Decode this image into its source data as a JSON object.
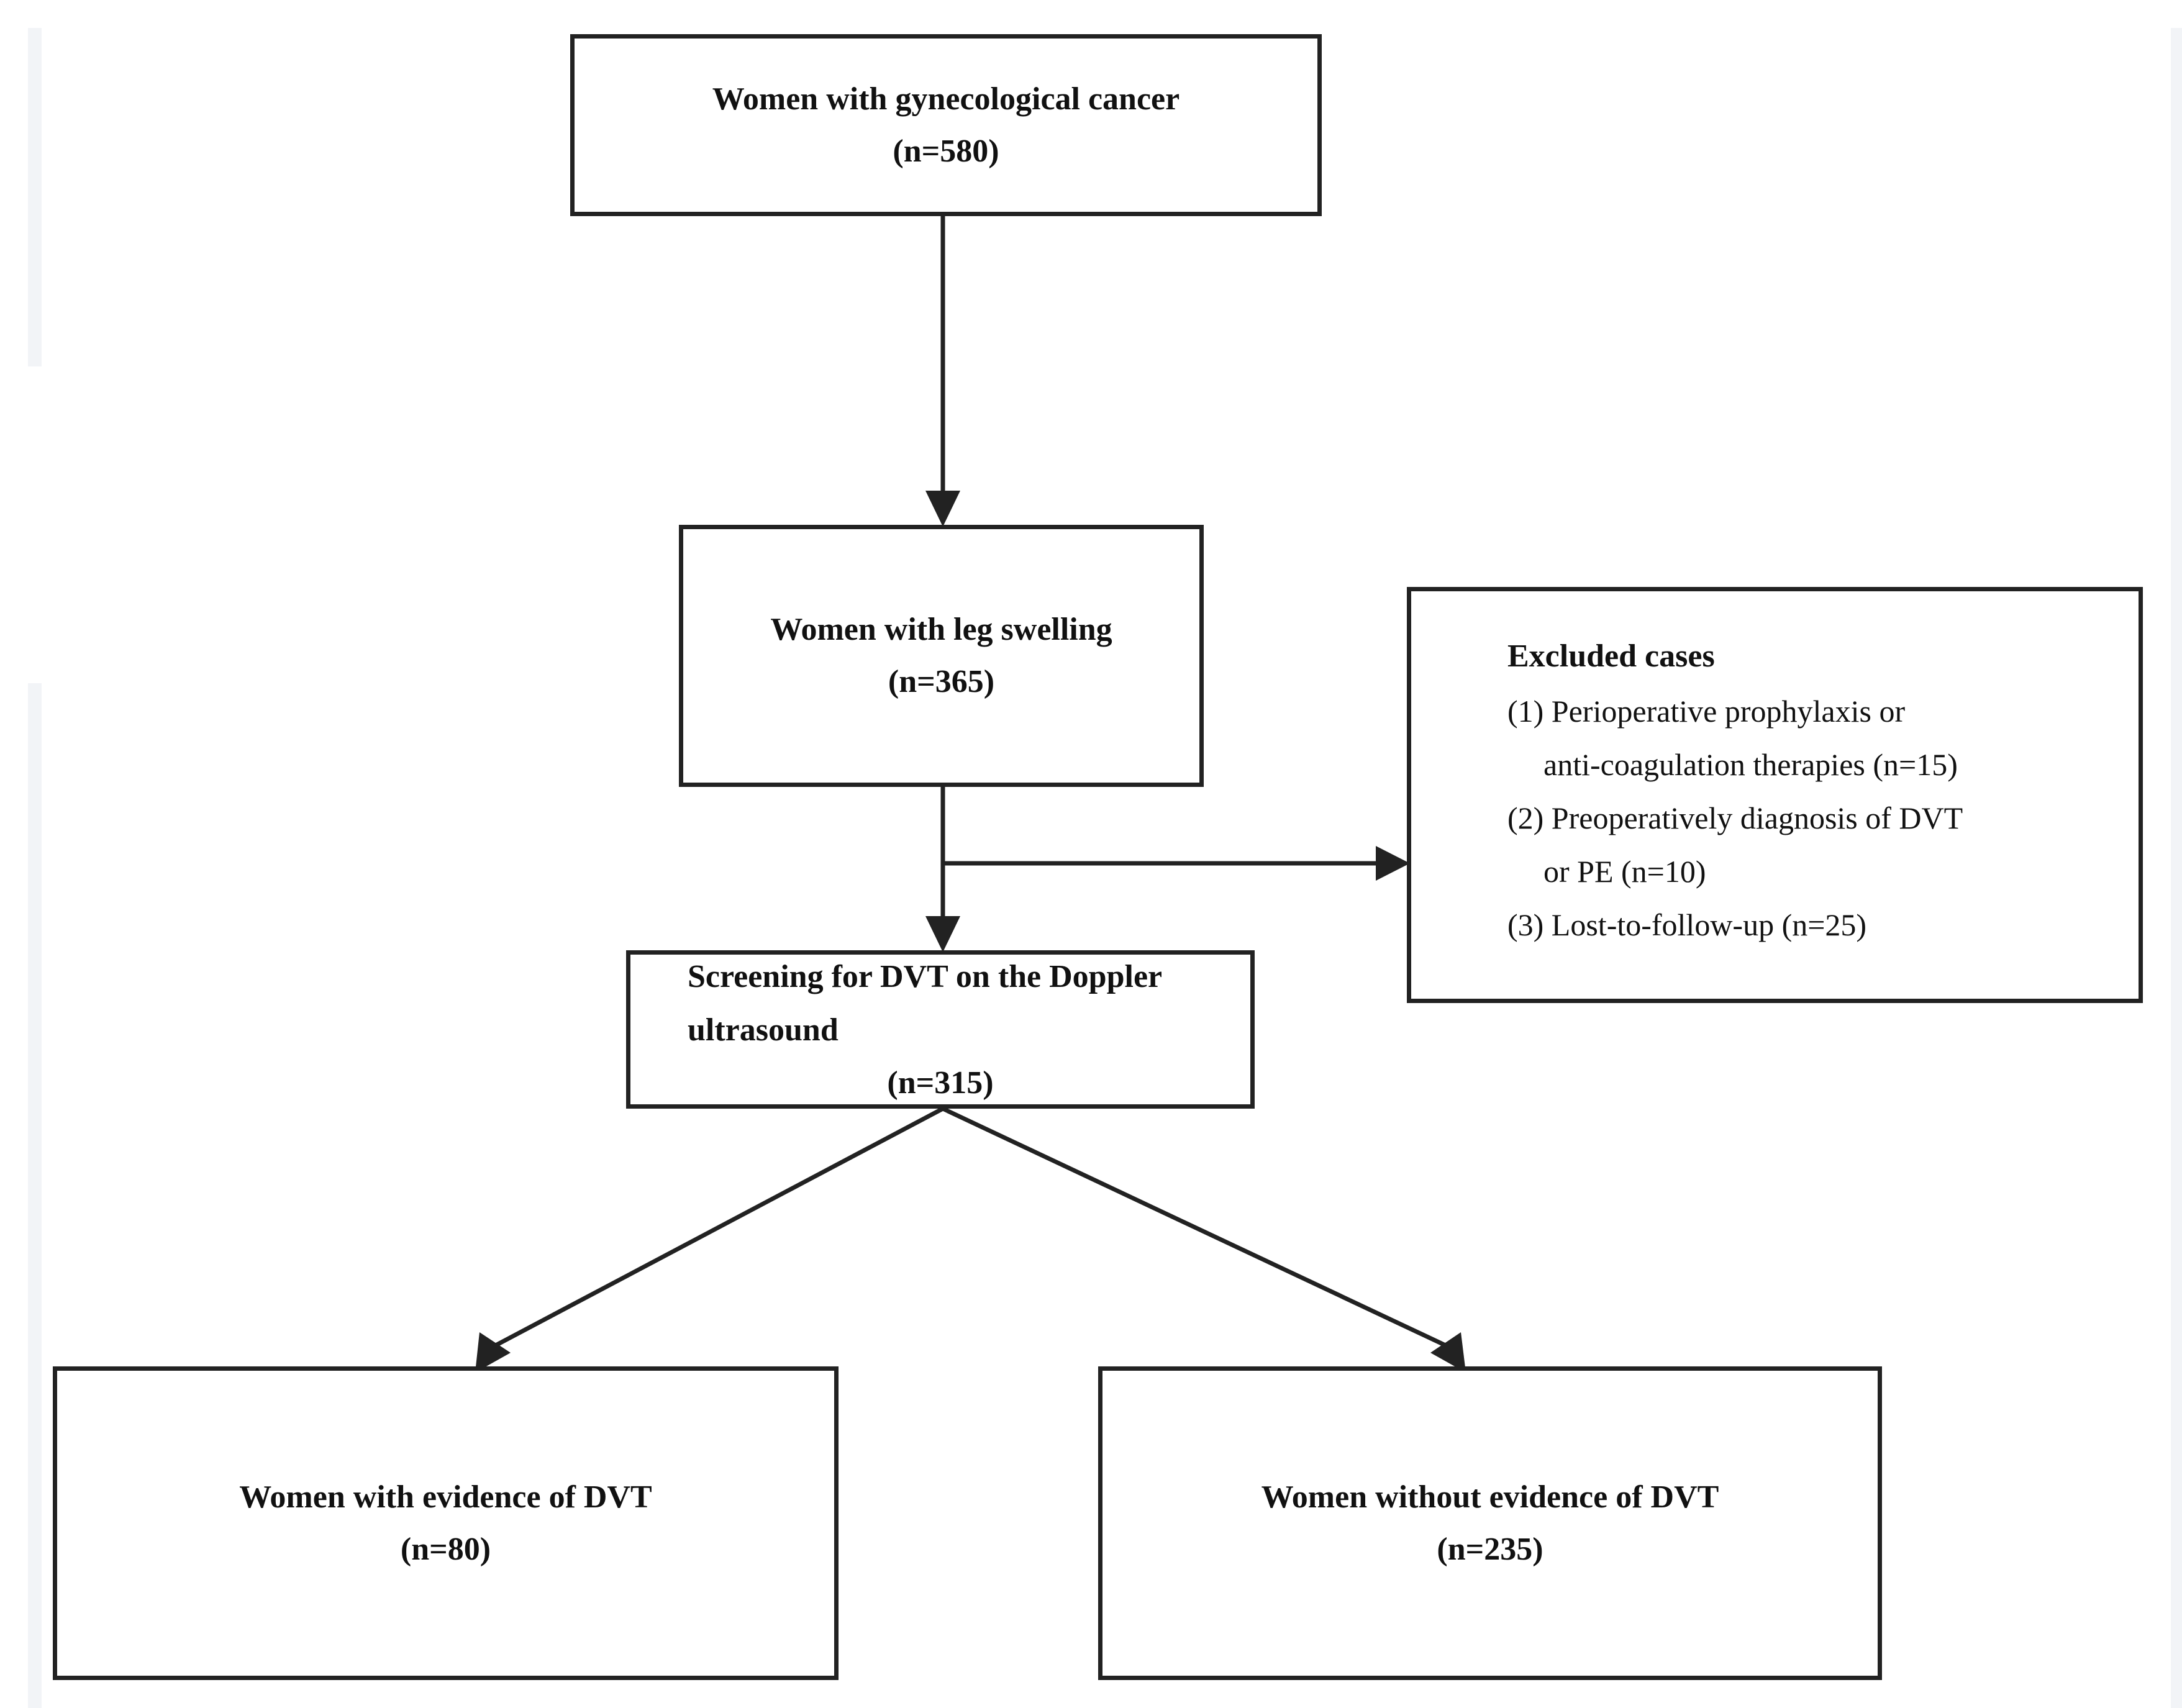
{
  "boxes": {
    "top": {
      "title": "Women with gynecological cancer",
      "count": "(n=580)"
    },
    "leg_swelling": {
      "title": "Women with leg swelling",
      "count": "(n=365)"
    },
    "screening": {
      "title_line1": "Screening for DVT on the Doppler",
      "title_line2": "ultrasound",
      "count": "(n=315)"
    },
    "dvt_positive": {
      "title": "Women with evidence of DVT",
      "count": "(n=80)"
    },
    "dvt_negative": {
      "title": "Women without evidence of DVT",
      "count": "(n=235)"
    }
  },
  "excluded": {
    "title": "Excluded cases",
    "items": [
      {
        "line1": "(1) Perioperative prophylaxis or",
        "line2": "anti-coagulation therapies (n=15)"
      },
      {
        "line1": "(2) Preoperatively diagnosis of DVT",
        "line2": "or PE (n=10)"
      },
      {
        "line1": "(3) Lost-to-follow-up (n=25)",
        "line2": ""
      }
    ]
  },
  "colors": {
    "line": "#222222",
    "background": "#ffffff",
    "edge_strip": "#f2f4f7"
  }
}
